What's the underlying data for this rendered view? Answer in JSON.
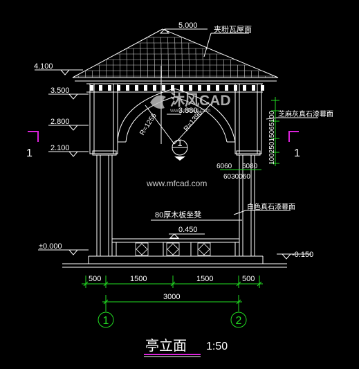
{
  "drawing": {
    "title": "亭立面",
    "scale": "1:50",
    "watermark_brand": "沐风CAD",
    "watermark_url": "www.mfcad.com",
    "watermark_url_center": "www.mfcad.com"
  },
  "elevations": {
    "top": "5.000",
    "eave": "4.100",
    "e3500": "3.500",
    "e2800": "2.800",
    "e2100": "2.100",
    "e0000": "±0.000",
    "e0150": "-0.150",
    "arch": "3.880",
    "seat": "0.450"
  },
  "labels": {
    "roof_tile": "夹粉瓦屋面",
    "top_stone": "芝麻灰真石漆幕面",
    "white_stone": "白色真石漆幕面",
    "bench": "80厚木板坐凳",
    "r1": "R=1256",
    "r2": "R=1396",
    "section_no": "1",
    "section_left": "1",
    "section_right": "1"
  },
  "right_dims": {
    "stack": "10025015065100",
    "bottom1": "6060",
    "bottom2": "6080",
    "bottom3": "6030060"
  },
  "dims": {
    "d1": "500",
    "d2": "1500",
    "d3": "1500",
    "d4": "500",
    "total": "3000"
  },
  "axes": {
    "a1": "1",
    "a2": "2"
  },
  "colors": {
    "line": "#ffffff",
    "dim": "#22dd22",
    "section": "#dd22dd",
    "cyan": "#33cccc"
  }
}
